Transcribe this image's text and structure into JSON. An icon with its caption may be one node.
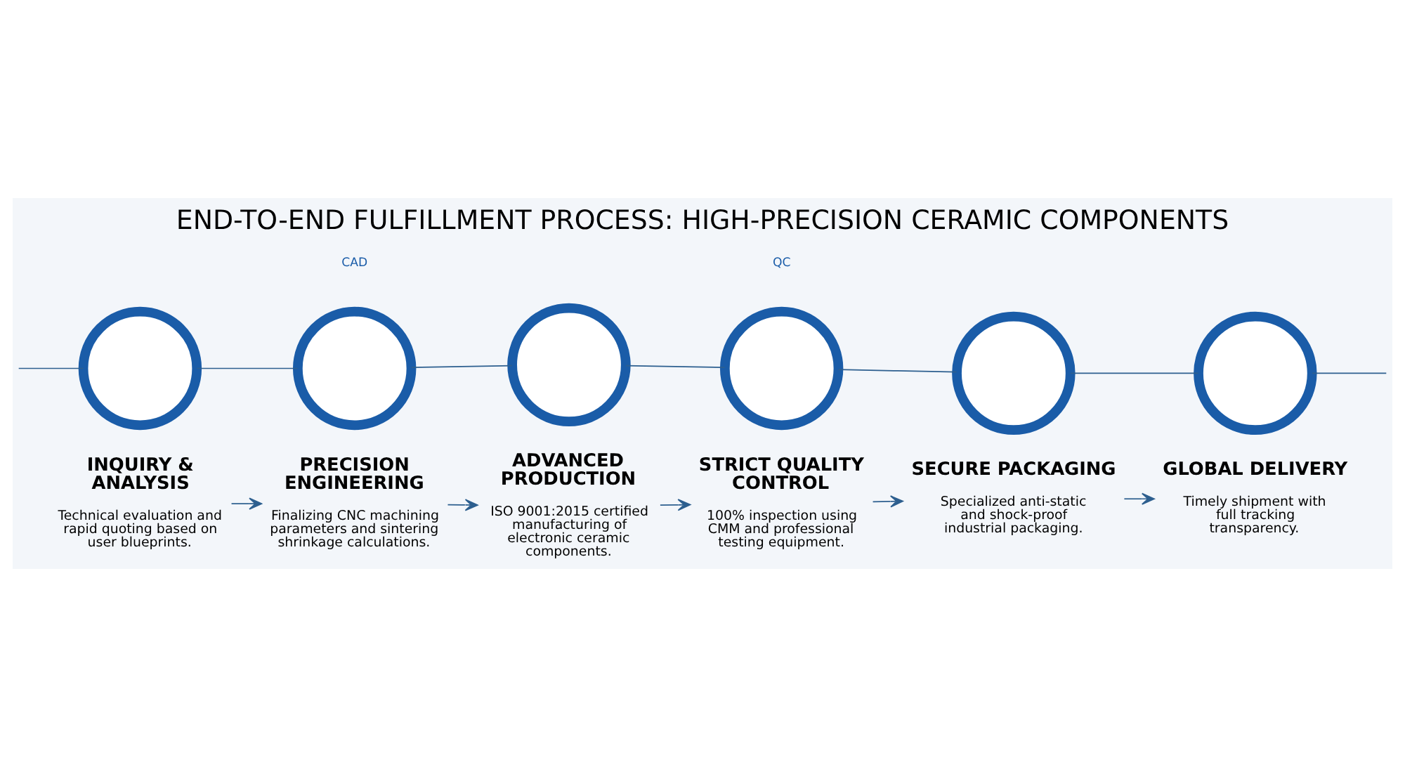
{
  "diagram": {
    "title": "END-TO-END FULFILLMENT PROCESS: HIGH-PRECISION CERAMIC COMPONENTS",
    "nodes": [
      {
        "text": [],
        "shape": "circle"
      },
      {
        "text": [],
        "shape": "circle"
      },
      {
        "text": [],
        "shape": "circle"
      },
      {
        "text": [],
        "shape": "circle"
      },
      {
        "text": [],
        "shape": "circle"
      },
      {
        "text": [],
        "shape": "circle"
      },
      {
        "text": [
          "INQUIRY & ANALYSIS",
          "Technical evaluation and rapid quoting based on user blueprints."
        ]
      },
      {
        "text": [
          "PRECISION ENGINEERING",
          "Finalizing CNC machining parameters and sintering shrinkage calculations."
        ]
      },
      {
        "text": [
          "ADVANCED PRODUCTION",
          "ISO 9001:2015 certified manufacturing of electronic ceramic components."
        ]
      },
      {
        "text": [
          "STRICT QUALITY CONTROL",
          "100% inspection using CMM and professional testing equipment."
        ]
      },
      {
        "text": [
          "SECURE PACKAGING",
          "Specialized anti-static and shock-proof industrial packaging."
        ]
      },
      {
        "text": [
          "GLOBAL DELIVERY",
          "Timely shipment with full tracking transparency."
        ]
      }
    ],
    "edges": [
      {
        "from": null,
        "to": 0,
        "arrow": "none"
      },
      {
        "from": 0,
        "to": 1,
        "arrow": "none"
      },
      {
        "from": 1,
        "to": 2,
        "arrow": "none"
      },
      {
        "from": 2,
        "to": 3,
        "arrow": "none"
      },
      {
        "from": 3,
        "to": 4,
        "arrow": "none"
      },
      {
        "from": 4,
        "to": 5,
        "arrow": "none"
      },
      {
        "from": 5,
        "to": null,
        "arrow": "none"
      },
      {
        "from": 6,
        "to": 7,
        "arrow": "to"
      },
      {
        "from": 7,
        "to": 8,
        "arrow": "to"
      },
      {
        "from": 8,
        "to": 9,
        "arrow": "to"
      },
      {
        "from": 9,
        "to": 10,
        "arrow": "to"
      },
      {
        "from": 10,
        "to": 11,
        "arrow": "to"
      }
    ],
    "labels": [
      "CAD",
      "QC"
    ]
  }
}
